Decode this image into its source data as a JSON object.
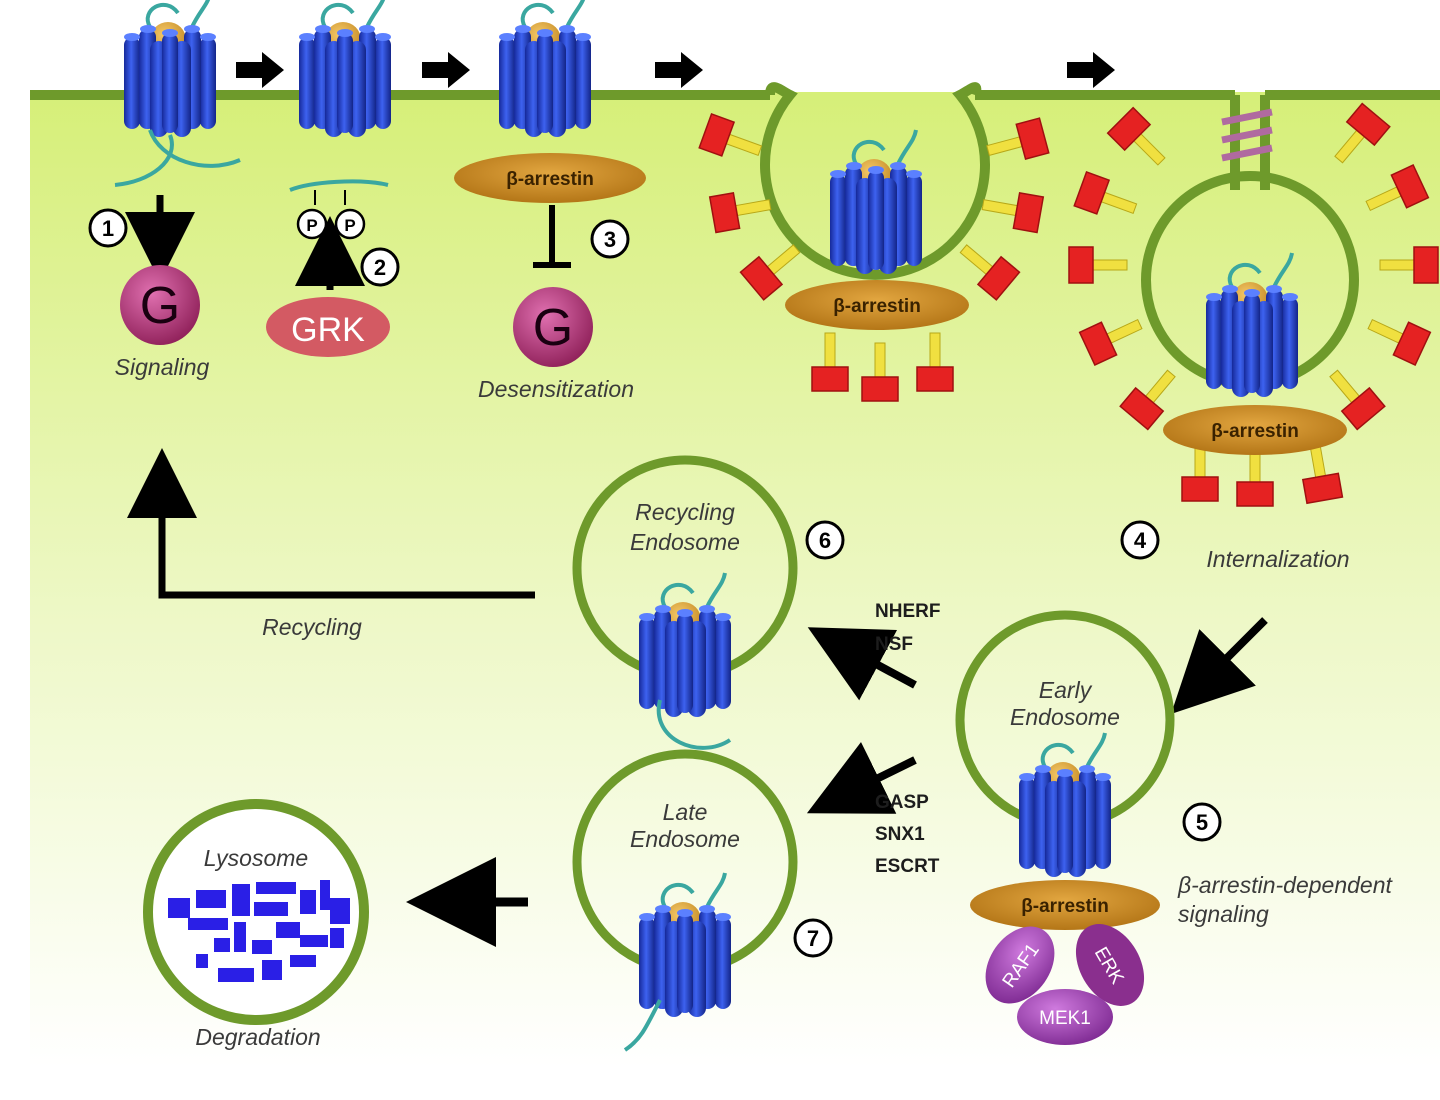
{
  "labels": {
    "signaling": "Signaling",
    "desensitization": "Desensitization",
    "internalization": "Internalization",
    "recycling": "Recycling",
    "recycling_endosome_1": "Recycling",
    "recycling_endosome_2": "Endosome",
    "early_endosome_1": "Early",
    "early_endosome_2": "Endosome",
    "late_endosome_1": "Late",
    "late_endosome_2": "Endosome",
    "lysosome": "Lysosome",
    "degradation": "Degradation",
    "barr_signaling_1": "β-arrestin-dependent",
    "barr_signaling_2": "signaling"
  },
  "proteins": {
    "g": "G",
    "grk": "GRK",
    "phospho": "P",
    "barrestin": "β-arrestin",
    "raf1": "RAF1",
    "erk": "ERK",
    "mek1": "MEK1"
  },
  "factors": {
    "recycling": [
      "NHERF",
      "NSF"
    ],
    "degradation": [
      "GASP",
      "SNX1",
      "ESCRT"
    ]
  },
  "steps": [
    "1",
    "2",
    "3",
    "4",
    "5",
    "6",
    "7"
  ],
  "colors": {
    "membrane": "#6e9a2b",
    "cytoplasm_top": "#d8f07a",
    "cytoplasm_bottom": "#ffffff",
    "receptor": "#1f3fc4",
    "ligand": "#e0a93a",
    "tail": "#3aa7a0",
    "g_protein": "#b0306f",
    "grk": "#d35a63",
    "arrestin": "#c98a1e",
    "clathrin_box": "#e52222",
    "clathrin_leg": "#f0e040",
    "kinase": "#a63fb8",
    "lysosome_debris": "#2a1fe6"
  }
}
